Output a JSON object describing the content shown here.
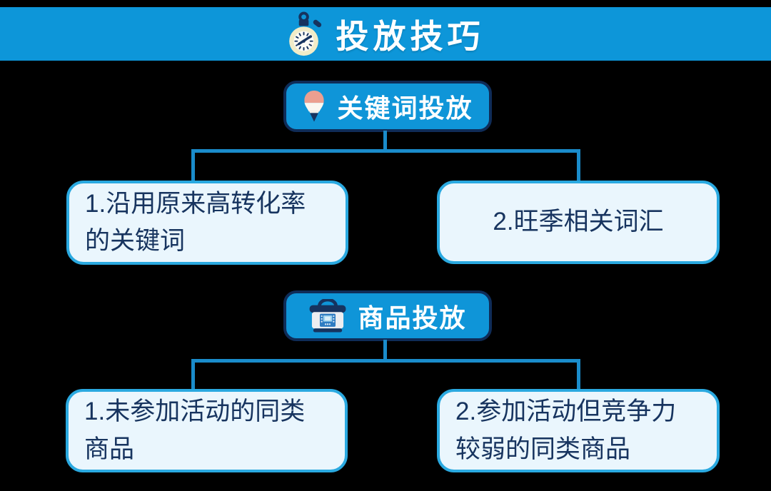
{
  "header": {
    "title": "投放技巧",
    "icon": "stopwatch-icon"
  },
  "sections": [
    {
      "label": "关键词投放",
      "icon": "lightbulb-icon",
      "children": [
        {
          "text": "1.沿用原来高转化率\n的关键词"
        },
        {
          "text": "2.旺季相关词汇"
        }
      ]
    },
    {
      "label": "商品投放",
      "icon": "pressure-cooker-icon",
      "children": [
        {
          "text": "1.未参加活动的同类\n商品"
        },
        {
          "text": "2.参加活动但竞争力\n较弱的同类商品"
        }
      ]
    }
  ],
  "colors": {
    "background": "#000000",
    "banner_blue": "#0d96d9",
    "node_fill": "#0f95d8",
    "node_border_navy": "#0f2c58",
    "leaf_fill": "#eaf6fd",
    "leaf_border": "#2aa9e0",
    "connector": "#1a8ccb",
    "text_navy": "#17345f",
    "text_white": "#ffffff",
    "icon_cream": "#f1ecc8",
    "icon_salmon": "#ec9f90"
  }
}
